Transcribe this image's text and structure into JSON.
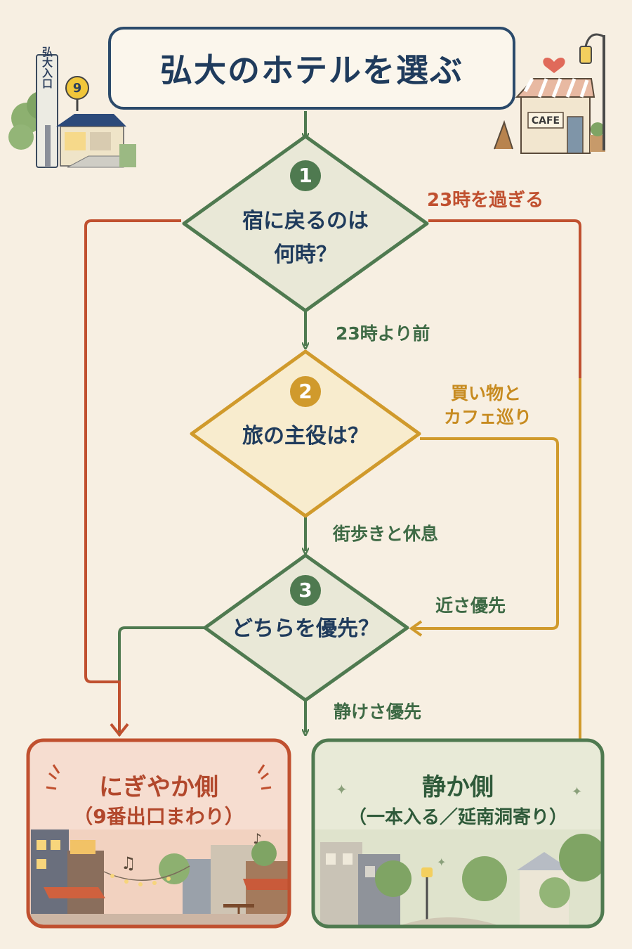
{
  "title": "弘大のホテルを選ぶ",
  "decor": {
    "station_sign": "弘大入口",
    "exit_badge": "9",
    "cafe_sign": "CAFE"
  },
  "steps": [
    {
      "number": "1",
      "question_line1": "宿に戻るのは",
      "question_line2": "何時？"
    },
    {
      "number": "2",
      "question": "旅の主役は？"
    },
    {
      "number": "3",
      "question": "どちらを優先？"
    }
  ],
  "branches": {
    "after_23": "23時を過ぎる",
    "before_23": "23時より前",
    "shopping_line1": "買い物と",
    "shopping_line2": "カフェ巡り",
    "walking_rest": "街歩きと休息",
    "prefer_near": "近さ優先",
    "prefer_quiet": "静けさ優先"
  },
  "results": {
    "lively": {
      "title": "にぎやか側",
      "subtitle": "（9番出口まわり）"
    },
    "quiet": {
      "title": "静か側",
      "subtitle": "（一本入る／延南洞寄り）"
    }
  },
  "colors": {
    "navy": "#1f3b5c",
    "green": "#4f7a50",
    "red": "#c0502f",
    "gold": "#d09a2c",
    "background": "#f7efe2"
  },
  "icons": [
    "station-building-icon",
    "cafe-building-icon",
    "heart-icon",
    "street-lamp-icon",
    "music-note-icon",
    "sparkle-icon"
  ]
}
